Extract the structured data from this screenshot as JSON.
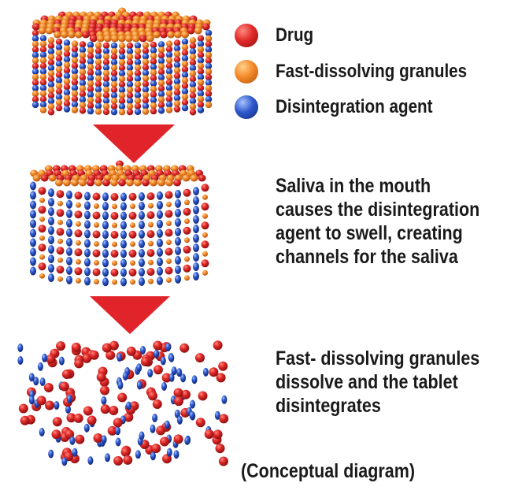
{
  "legend": [
    {
      "label": "Drug",
      "icon": "red-sphere-icon"
    },
    {
      "label": "Fast-dissolving granules",
      "icon": "orange-sphere-icon"
    },
    {
      "label": "Disintegration agent",
      "icon": "blue-sphere-icon"
    }
  ],
  "stages": [
    {
      "description": []
    },
    {
      "description": [
        "Saliva in the mouth",
        "causes the disintegration",
        "agent to swell, creating",
        "channels for the saliva"
      ]
    },
    {
      "description": [
        "Fast- dissolving granules",
        "dissolve and the tablet",
        "disintegrates"
      ]
    }
  ],
  "caption": "(Conceptual diagram)",
  "colors": {
    "drug": "#d8262a",
    "granules": "#f08a2c",
    "agent": "#2a55c8",
    "arrow": "#e0242a",
    "text": "#1a1a1a"
  }
}
